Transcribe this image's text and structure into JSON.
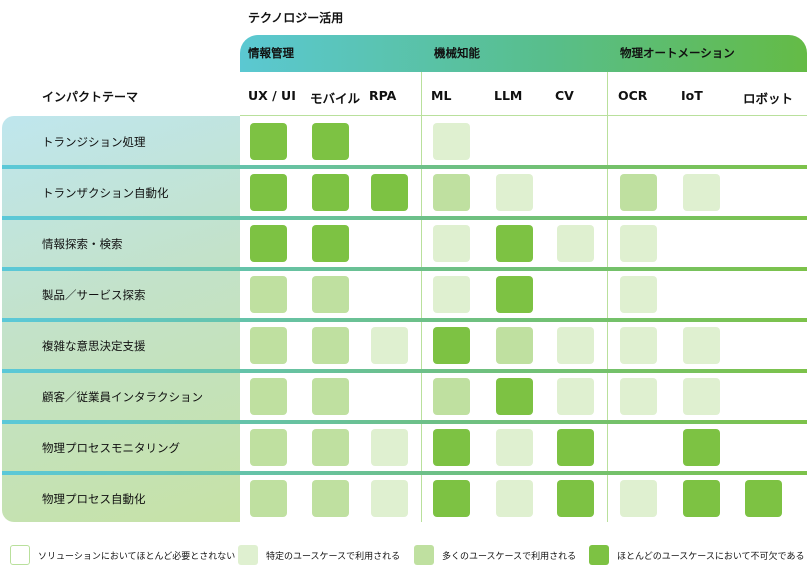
{
  "title": "テクノロジー活用",
  "row_header": "インパクトテーマ",
  "groups": [
    "情報管理",
    "機械知能",
    "物理オートメーション"
  ],
  "columns": [
    "UX / UI",
    "モバイル",
    "RPA",
    "ML",
    "LLM",
    "CV",
    "OCR",
    "IoT",
    "ロボット"
  ],
  "rows": [
    {
      "label": "トランジション処理",
      "levels": [
        3,
        3,
        0,
        1,
        0,
        0,
        0,
        0,
        0
      ]
    },
    {
      "label": "トランザクション自動化",
      "levels": [
        3,
        3,
        3,
        2,
        1,
        0,
        2,
        1,
        0
      ]
    },
    {
      "label": "情報探索・検索",
      "levels": [
        3,
        3,
        0,
        1,
        3,
        1,
        1,
        0,
        0
      ]
    },
    {
      "label": "製品／サービス探索",
      "levels": [
        2,
        2,
        0,
        1,
        3,
        0,
        1,
        0,
        0
      ]
    },
    {
      "label": "複雑な意思決定支援",
      "levels": [
        2,
        2,
        1,
        3,
        2,
        1,
        1,
        1,
        0
      ]
    },
    {
      "label": "顧客／従業員インタラクション",
      "levels": [
        2,
        2,
        0,
        2,
        3,
        1,
        1,
        1,
        0
      ]
    },
    {
      "label": "物理プロセスモニタリング",
      "levels": [
        2,
        2,
        1,
        3,
        1,
        3,
        0,
        3,
        0
      ]
    },
    {
      "label": "物理プロセス自動化",
      "levels": [
        2,
        2,
        1,
        3,
        1,
        3,
        1,
        3,
        3
      ]
    }
  ],
  "legend": [
    {
      "label": "ソリューションにおいてほとんど必要とされない",
      "color": "#ffffff"
    },
    {
      "label": "特定のユースケースで利用される",
      "color": "#dff0d0"
    },
    {
      "label": "多くのユースケースで利用される",
      "color": "#bfe0a0"
    },
    {
      "label": "ほとんどのユースケースにおいて不可欠である",
      "color": "#7dc243"
    }
  ]
}
